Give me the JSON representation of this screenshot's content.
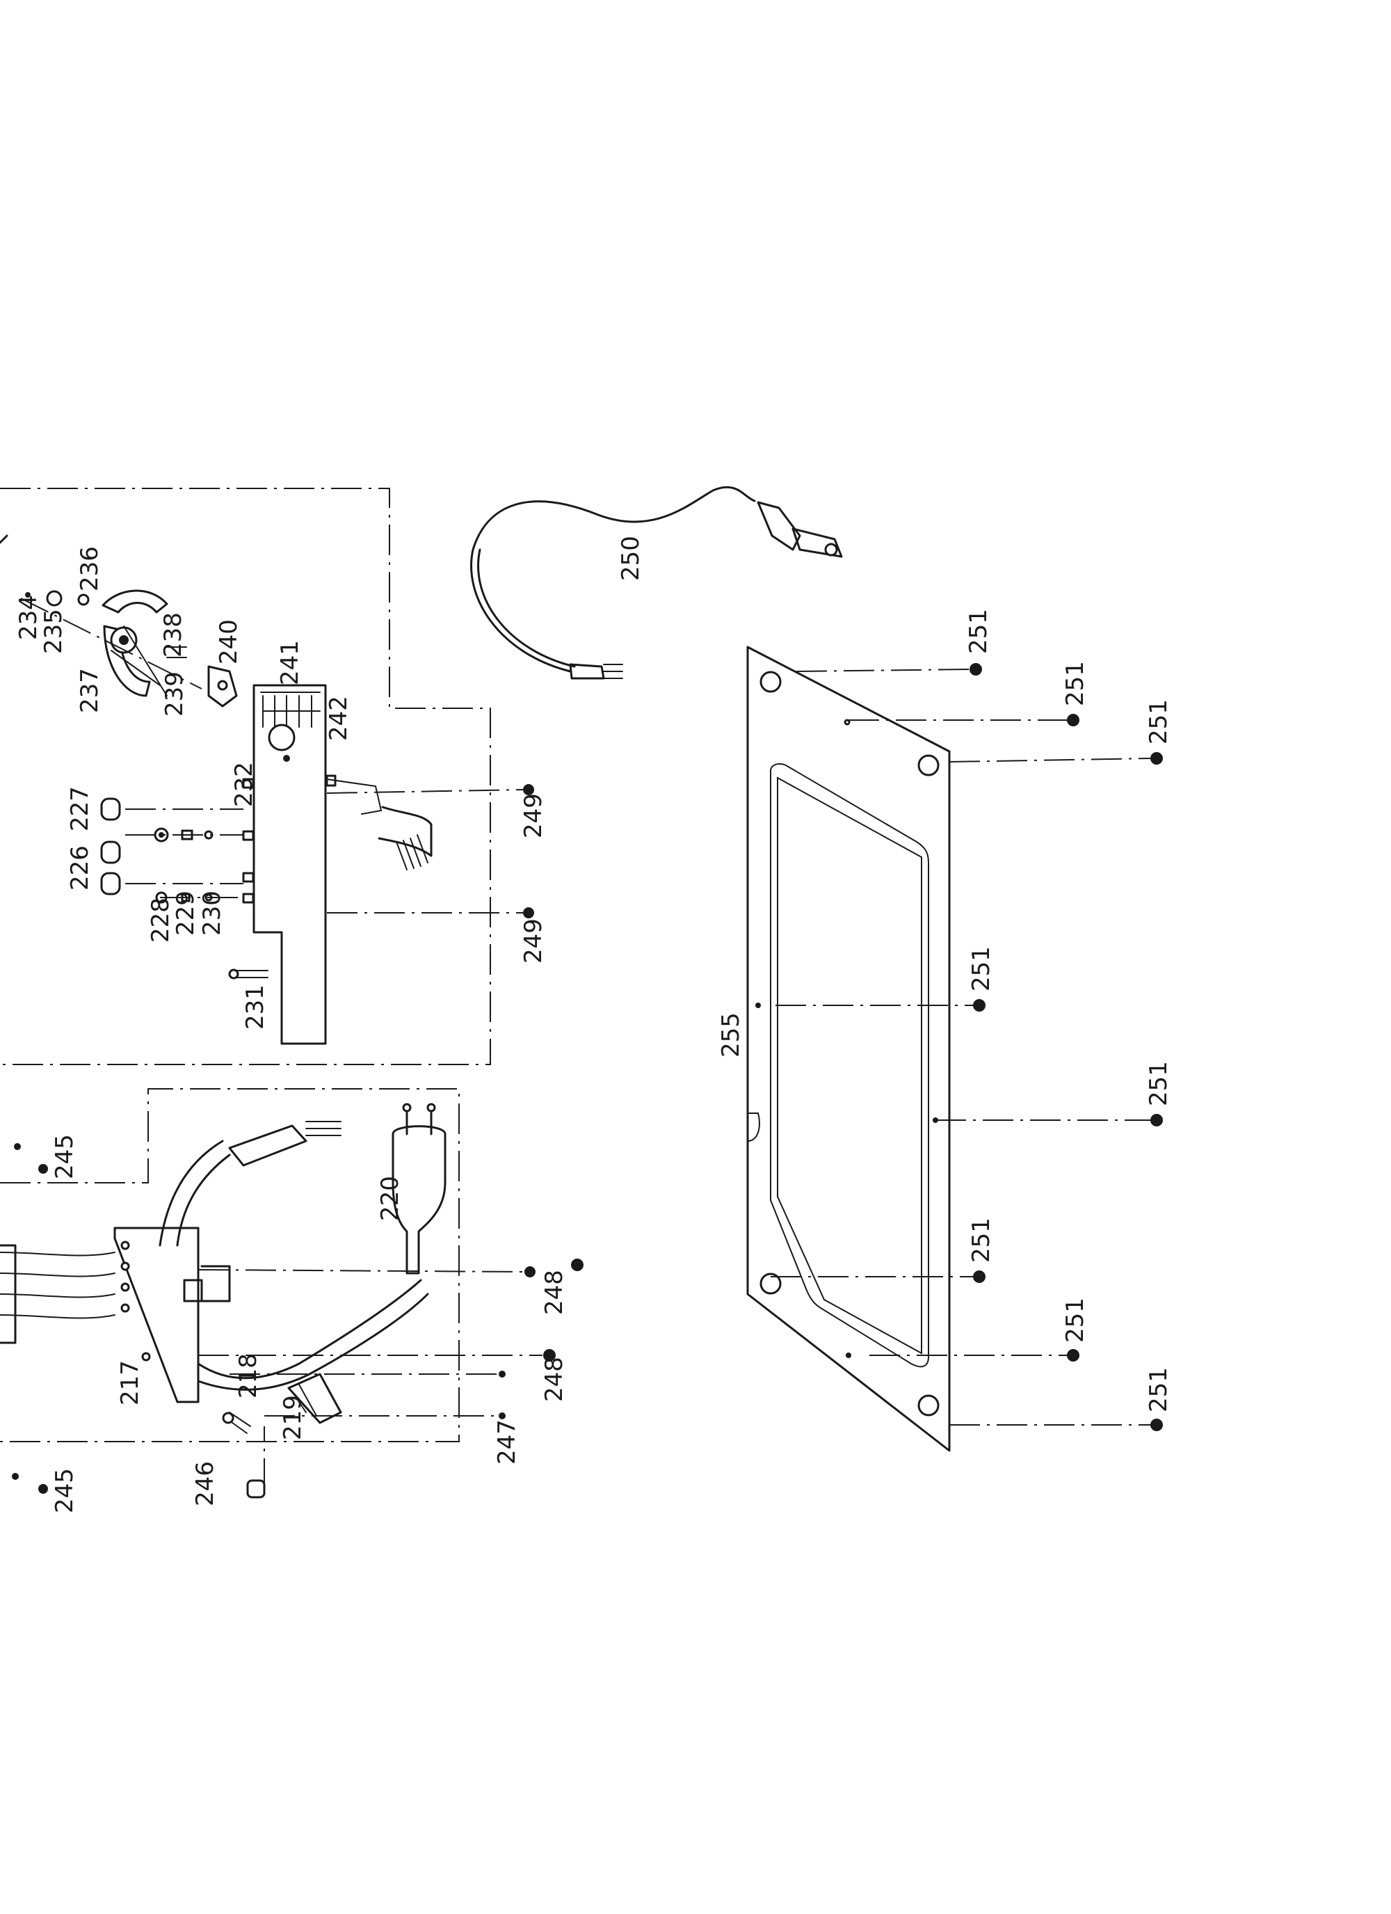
{
  "callouts": {
    "c217": "217",
    "c218": "218",
    "c219": "219",
    "c220": "220",
    "c226": "226",
    "c227": "227",
    "c228": "228",
    "c229": "229",
    "c230": "230",
    "c231": "231",
    "c232": "232",
    "c234": "234",
    "c235": "235",
    "c236": "236",
    "c237": "237",
    "c238": "238",
    "c239": "239",
    "c240": "240",
    "c241": "241",
    "c242": "242",
    "c245": "245",
    "c246": "246",
    "c247": "247",
    "c248": "248",
    "c249": "249",
    "c250": "250",
    "c251": "251",
    "c255": "255"
  }
}
